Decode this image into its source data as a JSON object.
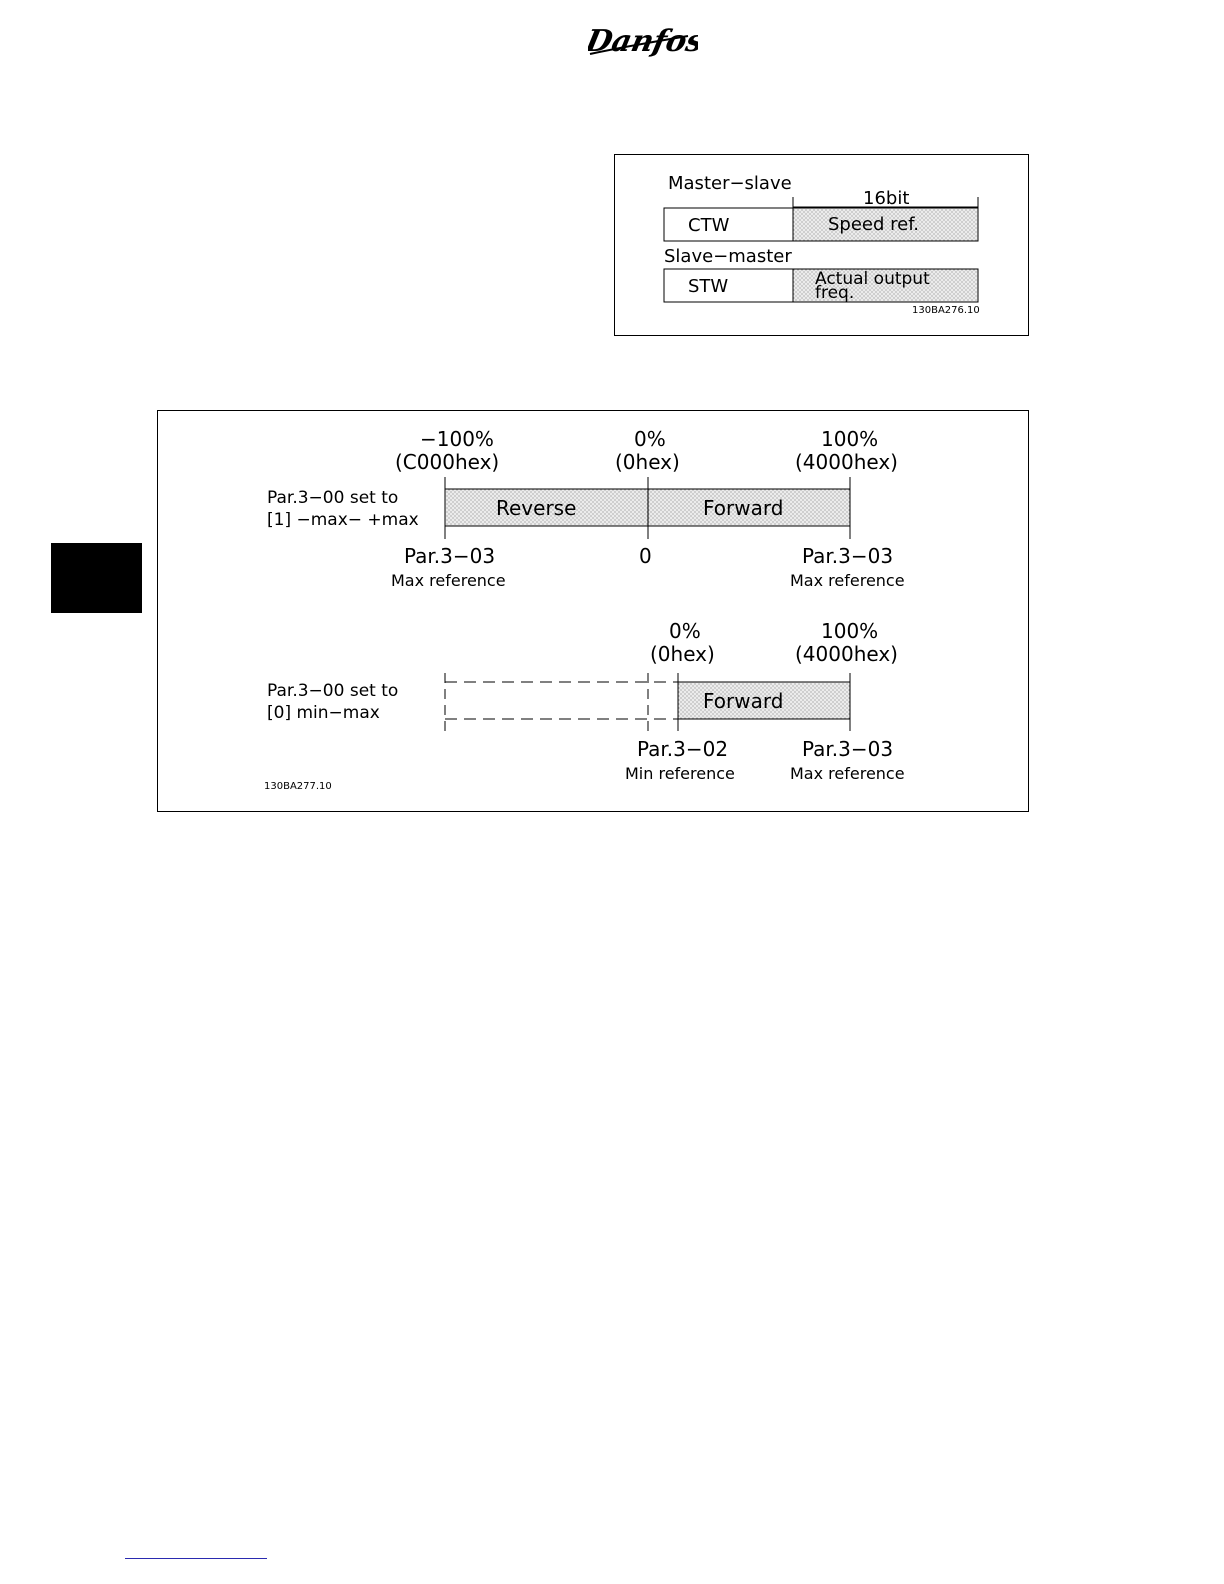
{
  "header": {
    "logo_text": "Danfoss",
    "logo_icon": "danfoss-logo-icon"
  },
  "figure_telegram": {
    "master_slave_label": "Master−slave",
    "bit_label": "16bit",
    "ctw_label": "CTW",
    "speed_ref_label": "Speed ref.",
    "slave_master_label": "Slave−master",
    "stw_label": "STW",
    "actual_output_label": "Actual output",
    "freq_label": "freq.",
    "figure_code": "130BA276.10"
  },
  "figure_reference": {
    "top": {
      "left_pct": "−100%",
      "left_hex": "(C000hex)",
      "mid_pct": "0%",
      "mid_hex": "(0hex)",
      "right_pct": "100%",
      "right_hex": "(4000hex)",
      "param_line1": "Par.3−00 set to",
      "param_line2": "[1] −max− +max",
      "reverse_label": "Reverse",
      "forward_label": "Forward",
      "bottom_left_par": "Par.3−03",
      "bottom_left_desc": "Max reference",
      "bottom_mid": "0",
      "bottom_right_par": "Par.3−03",
      "bottom_right_desc": "Max reference"
    },
    "bottom": {
      "mid_pct": "0%",
      "mid_hex": "(0hex)",
      "right_pct": "100%",
      "right_hex": "(4000hex)",
      "param_line1": "Par.3−00 set to",
      "param_line2": "[0] min−max",
      "forward_label": "Forward",
      "bottom_mid_par": "Par.3−02",
      "bottom_mid_desc": "Min reference",
      "bottom_right_par": "Par.3−03",
      "bottom_right_desc": "Max reference"
    },
    "figure_code": "130BA277.10"
  },
  "colors": {
    "hatch": "#dcdcdc",
    "line": "#000000",
    "footer_link": "#2a2ab0"
  }
}
